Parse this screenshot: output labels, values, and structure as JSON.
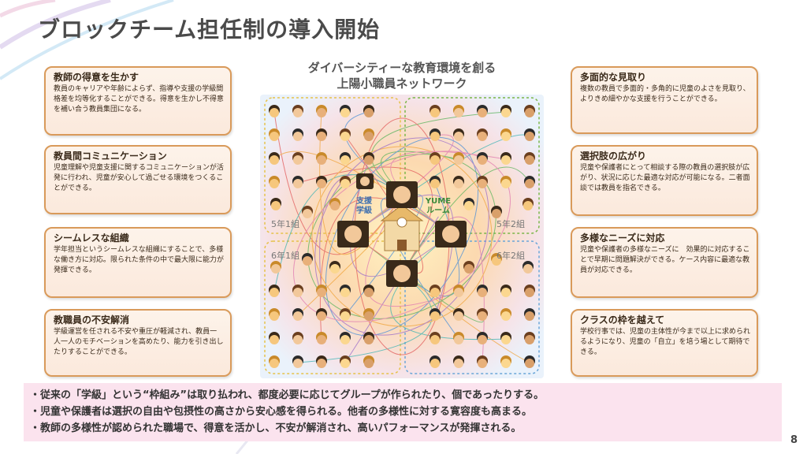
{
  "title": "ブロックチーム担任制の導入開始",
  "center_title": {
    "line1": "ダイバーシティーな教育環境を創る",
    "line2": "上陽小職員ネットワーク"
  },
  "left_boxes": [
    {
      "heading": "教師の得意を生かす",
      "body": "教員のキャリアや年齢によらず、指導や支援の学級間格差を均等化することができる。得意を生かし不得意を補い合う教員集団になる。"
    },
    {
      "heading": "教員間コミュニケーション",
      "body": "児童理解や児童支援に関するコミュニケーションが活発に行われ、児童が安心して過ごせる環境をつくることができる。"
    },
    {
      "heading": "シームレスな組織",
      "body": "学年担当というシームレスな組織にすることで、多様な働き方に対応。限られた条件の中で最大限に能力が発揮できる。"
    },
    {
      "heading": "教職員の不安解消",
      "body": "学級運営を任される不安や重圧が軽減され、教員一人一人のモチベーションを高めたり、能力を引き出したりすることができる。"
    }
  ],
  "right_boxes": [
    {
      "heading": "多面的な見取り",
      "body": "複数の教員で多面的・多角的に児童のよさを見取り、よりきめ細やかな支援を行うことができる。"
    },
    {
      "heading": "選択肢の広がり",
      "body": "児童や保護者にとって相談する際の教員の選択肢が広がり、状況に応じた最適な対応が可能になる。二者面談では教員を指名できる。"
    },
    {
      "heading": "多様なニーズに対応",
      "body": "児童や保護者の多様なニーズに　効果的に対応することで早期に問題解決ができる。ケース内容に最適な教員が対応できる。"
    },
    {
      "heading": "クラスの枠を越えて",
      "body": "学校行事では、児童の主体性が今まで以上に求められるようになり、児童の「自立」を培う場として期待できる。"
    }
  ],
  "network": {
    "support_class": "支援\n学級",
    "yume_room": "YUME\nルーム",
    "groups": [
      "5年1組",
      "5年2組",
      "6年1組",
      "6年2組"
    ]
  },
  "bullets": [
    "・従来の「学級」という“枠組み”は取り払われ、都度必要に応じてグループが作られたり、個であったりする。",
    "・児童や保護者は選択の自由や包摂性の高さから安心感を得られる。他者の多様性に対する寛容度も高まる。",
    "・教師の多様性が認められた職場で、得意を活かし、不安が解消され、高いパフォーマンスが発揮される。"
  ],
  "page_number": "8",
  "colors": {
    "box_border": "#d99a5a",
    "box_fill": "#fbe9dc",
    "bullet_bg": "#fbe3ee"
  }
}
